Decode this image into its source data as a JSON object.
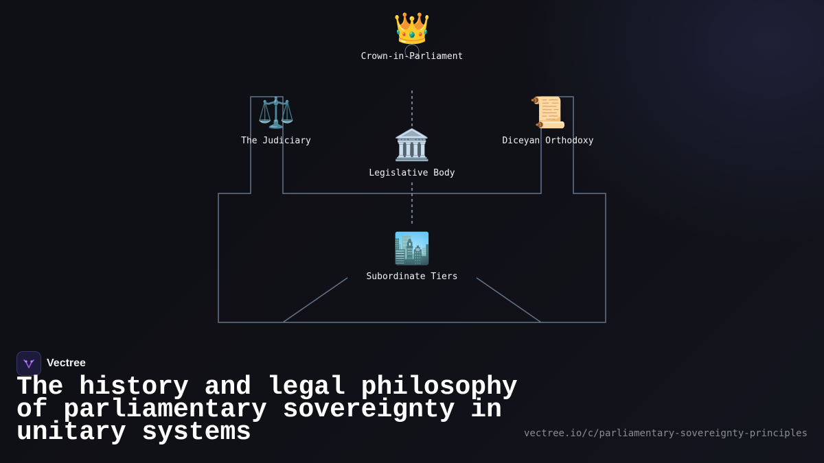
{
  "diagram": {
    "nodes": [
      {
        "id": "crown",
        "icon": "crown-icon",
        "glyph": "👑",
        "label": "Crown-in-Parliament"
      },
      {
        "id": "judiciary",
        "icon": "scales-icon",
        "glyph": "⚖️",
        "label": "The Judiciary"
      },
      {
        "id": "orthodoxy",
        "icon": "scroll-icon",
        "glyph": "📜",
        "label": "Diceyan Orthodoxy"
      },
      {
        "id": "legislative",
        "icon": "classical-building-icon",
        "glyph": "🏛️",
        "label": "Legislative Body"
      },
      {
        "id": "subordinate",
        "icon": "cityscape-icon",
        "glyph": "🏙️",
        "label": "Subordinate Tiers"
      }
    ],
    "line_color": "#64748b"
  },
  "brand": {
    "name": "Vectree",
    "accent": "#a855f7"
  },
  "title": "The history and legal philosophy of parliamentary sovereignty in unitary systems",
  "url": "vectree.io/c/parliamentary-sovereignty-principles"
}
